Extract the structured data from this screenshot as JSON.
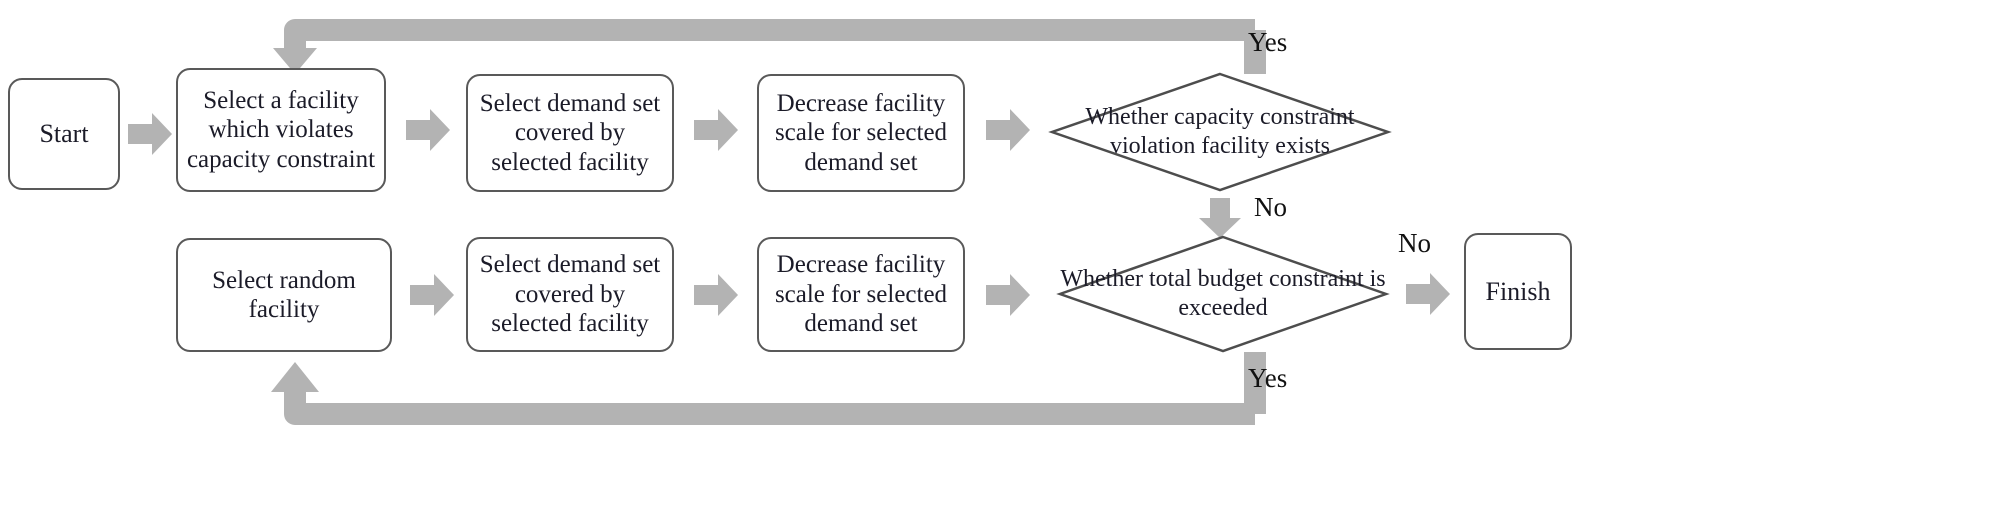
{
  "diagram": {
    "type": "flowchart",
    "title": "",
    "accent_color": "#b3b3b3",
    "node_border_color": "#595959",
    "text_color": "#1b1b28",
    "background": "#ffffff"
  },
  "nodes": {
    "start": {
      "label": "Start",
      "shape": "terminal"
    },
    "top_step1": {
      "label": "Select a facility which violates capacity constraint",
      "shape": "process"
    },
    "top_step2": {
      "label": "Select demand set covered by selected facility",
      "shape": "process"
    },
    "top_step3": {
      "label": "Decrease facility scale for selected demand set",
      "shape": "process"
    },
    "top_decision": {
      "label": "Whether capacity constraint violation facility exists",
      "shape": "decision"
    },
    "bottom_step1": {
      "label": "Select random facility",
      "shape": "process"
    },
    "bottom_step2": {
      "label": "Select demand set covered by selected facility",
      "shape": "process"
    },
    "bottom_step3": {
      "label": "Decrease facility scale for selected demand set",
      "shape": "process"
    },
    "bottom_decision": {
      "label": "Whether total budget constraint is exceeded",
      "shape": "decision"
    },
    "finish": {
      "label": "Finish",
      "shape": "terminal"
    }
  },
  "edge_labels": {
    "top_loop_yes": "Yes",
    "top_to_bottom_no": "No",
    "bottom_to_finish_no": "No",
    "bottom_loop_yes": "Yes"
  },
  "icons": {
    "arrow_right": "arrow-right-icon",
    "arrow_down": "arrow-down-icon",
    "loop_back_top": "loop-back-arrow-icon",
    "loop_back_bottom": "loop-back-arrow-icon"
  }
}
